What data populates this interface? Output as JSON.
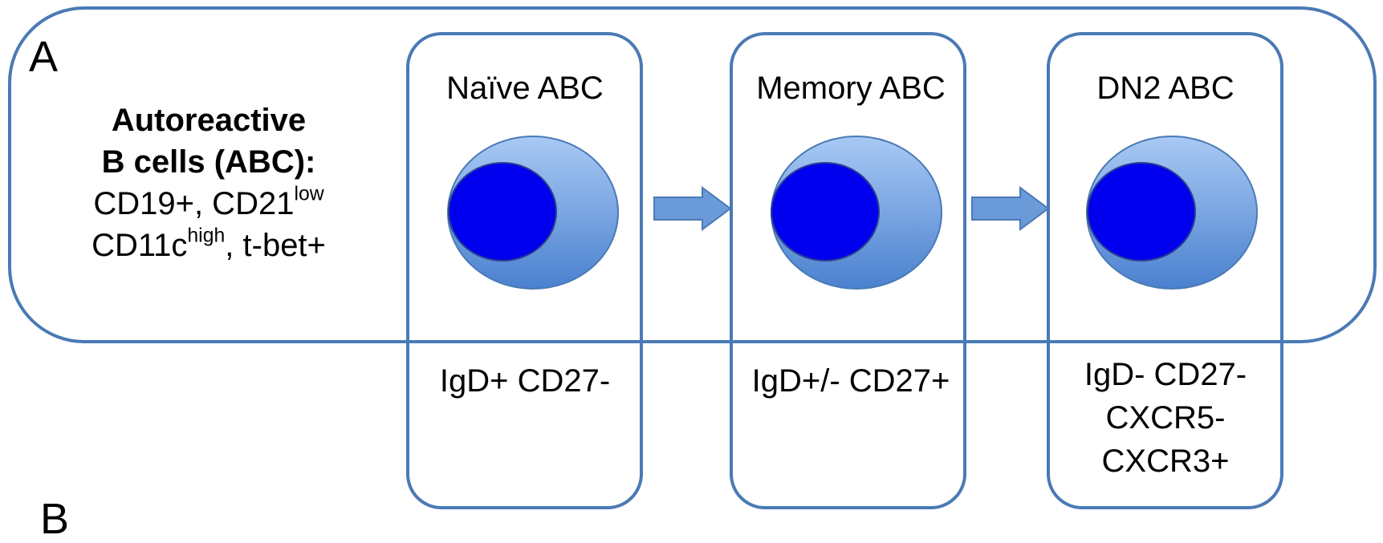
{
  "panel_labels": {
    "a": "A",
    "b": "B"
  },
  "description": {
    "line1": "Autoreactive",
    "line2": "B cells (ABC):",
    "line3_base": "CD19+, CD21",
    "line3_sup": "low",
    "line4_base": "CD11c",
    "line4_sup": "high",
    "line4_rest": ", t-bet+"
  },
  "stages": [
    {
      "title": "Naïve ABC",
      "markers": [
        "IgD+ CD27-"
      ]
    },
    {
      "title": "Memory ABC",
      "markers": [
        "IgD+/- CD27+"
      ]
    },
    {
      "title": "DN2 ABC",
      "markers": [
        "IgD- CD27-",
        "CXCR5-",
        "CXCR3+"
      ]
    }
  ],
  "colors": {
    "border": "#4a7ab5",
    "cell_outer_light": "#a9c9f4",
    "cell_outer_dark": "#4a81cf",
    "nucleus": "#0000ee",
    "arrow": "#6a9ad8"
  }
}
